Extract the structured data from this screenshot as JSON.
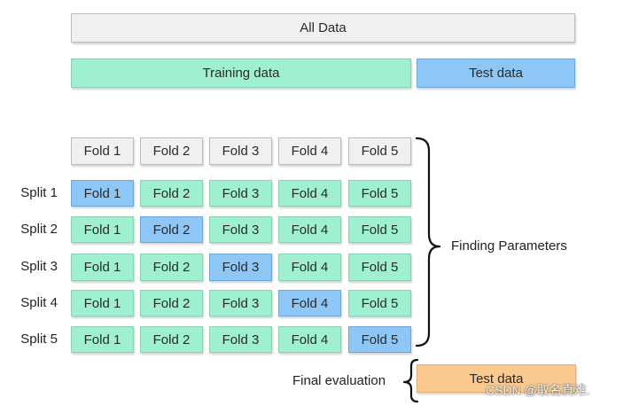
{
  "all_data": "All Data",
  "training_data": "Training data",
  "test_data": "Test data",
  "folds": [
    "Fold 1",
    "Fold 2",
    "Fold 3",
    "Fold 4",
    "Fold 5"
  ],
  "splits": [
    "Split 1",
    "Split 2",
    "Split 3",
    "Split 4",
    "Split 5"
  ],
  "finding_parameters": "Finding Parameters",
  "final_evaluation": "Final evaluation",
  "final_test_data": "Test data",
  "watermark": "CSDN @取名真难.",
  "colors": {
    "gray": "#f0f0f0",
    "training": "#9ff0d0",
    "validation": "#8ec7f5",
    "final_test": "#f9c98d"
  }
}
